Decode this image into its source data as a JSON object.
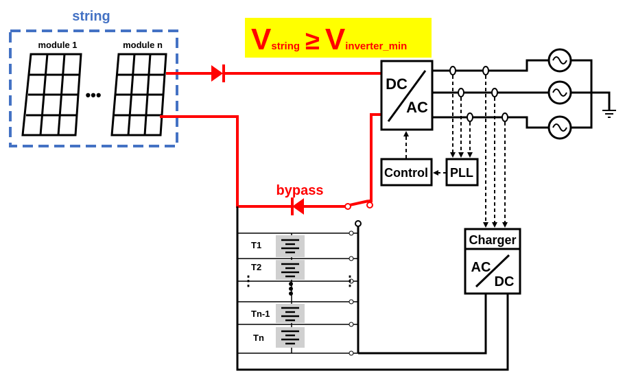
{
  "string_group": {
    "label": "string"
  },
  "modules": {
    "first_label": "module 1",
    "last_label": "module n",
    "ellipsis": "•••"
  },
  "condition": {
    "v1": "V",
    "sub1": "string",
    "relation": "≥",
    "v2": "V",
    "sub2": "inverter_min",
    "highlight_color": "#ffff00",
    "text_color": "#ff0000"
  },
  "inverter": {
    "top": "DC",
    "bottom": "AC"
  },
  "control": {
    "label": "Control"
  },
  "pll": {
    "label": "PLL"
  },
  "bypass": {
    "label": "bypass"
  },
  "charger": {
    "title": "Charger",
    "top": "AC",
    "bottom": "DC"
  },
  "battery": {
    "taps": [
      "T1",
      "T2",
      "Tn-1",
      "Tn"
    ],
    "vdots": "⋮"
  },
  "colors": {
    "accent_blue": "#4472c4",
    "wire_red": "#ff0000",
    "wire_black": "#000000",
    "battery_bg": "#d0d0d0"
  }
}
